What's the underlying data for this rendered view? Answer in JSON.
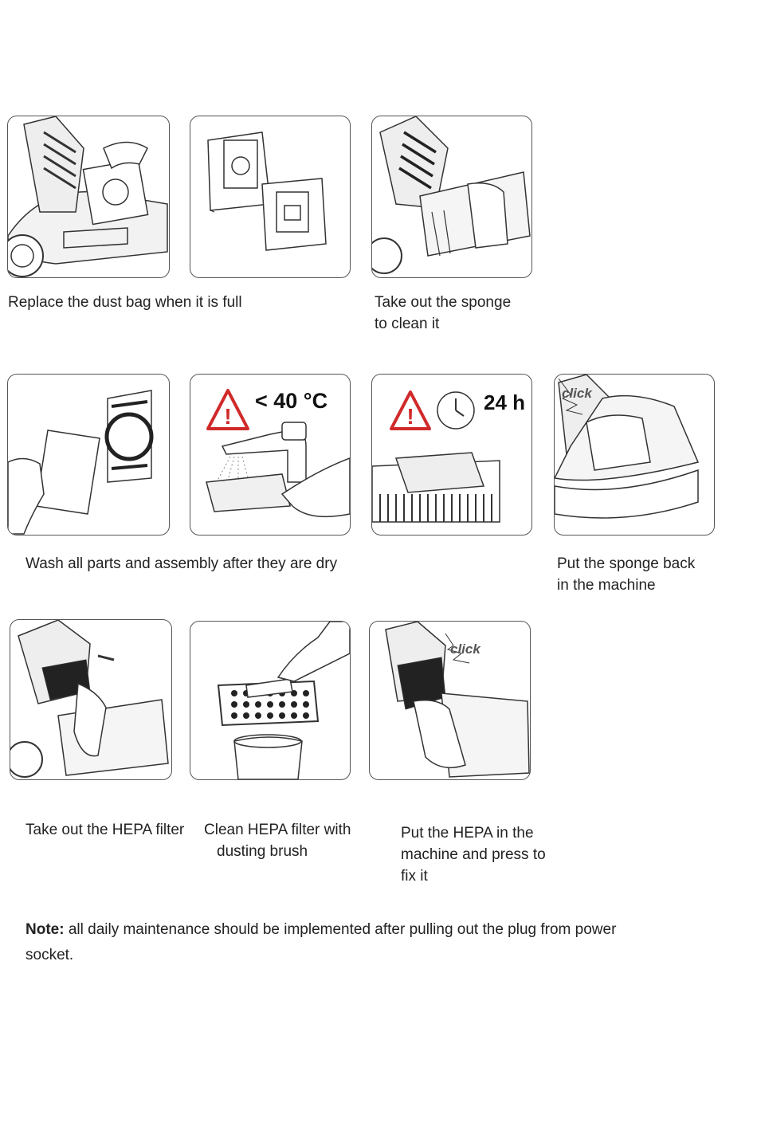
{
  "row1": {
    "caption_dust_bag": "Replace the dust bag when it is full",
    "caption_sponge_line1": "Take out the sponge",
    "caption_sponge_line2": "to clean it"
  },
  "row2": {
    "temp_label": "< 40 °C",
    "time_label": "24 h",
    "click_label": "click",
    "caption_wash": "Wash all parts and assembly after they are dry",
    "caption_sponge_back_line1": "Put the sponge back",
    "caption_sponge_back_line2": "in the machine"
  },
  "row3": {
    "click_label": "click",
    "caption_hepa_out": "Take out the HEPA filter",
    "caption_hepa_clean_line1": "Clean HEPA filter with",
    "caption_hepa_clean_line2": "dusting brush",
    "caption_hepa_in_line1": "Put the HEPA in the",
    "caption_hepa_in_line2": "machine and press to",
    "caption_hepa_in_line3": "fix it"
  },
  "note": {
    "label": "Note:",
    "text": " all daily maintenance should be implemented after pulling out the plug from power socket."
  },
  "colors": {
    "warning_red": "#d02a2a",
    "line": "#333333",
    "panel_border": "#555555"
  }
}
